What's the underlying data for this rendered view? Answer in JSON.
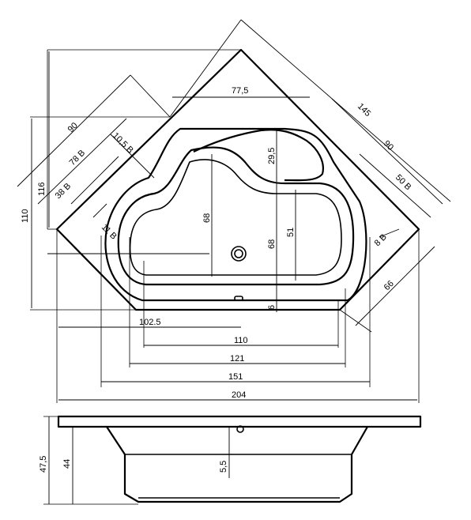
{
  "dimensions_top": {
    "d_77_5": "77,5",
    "d_145": "145",
    "d_90_right": "90",
    "d_50b": "50 B",
    "d_8b": "8 B",
    "d_66": "66",
    "d_90_left": "90",
    "d_10_5b": "10,5 B",
    "d_78b": "78 B",
    "d_116": "116",
    "d_38b": "38 B",
    "d_11b": "11 B",
    "d_110_left": "110",
    "d_68_left": "68",
    "d_29_5": "29,5",
    "d_68_right": "68",
    "d_51": "51",
    "d_6": "6",
    "d_102_5": "102.5",
    "d_110_bottom": "110",
    "d_121": "121",
    "d_151": "151",
    "d_204": "204"
  },
  "dimensions_side": {
    "d_47_5": "47,5",
    "d_44": "44",
    "d_5_5": "5,5"
  }
}
